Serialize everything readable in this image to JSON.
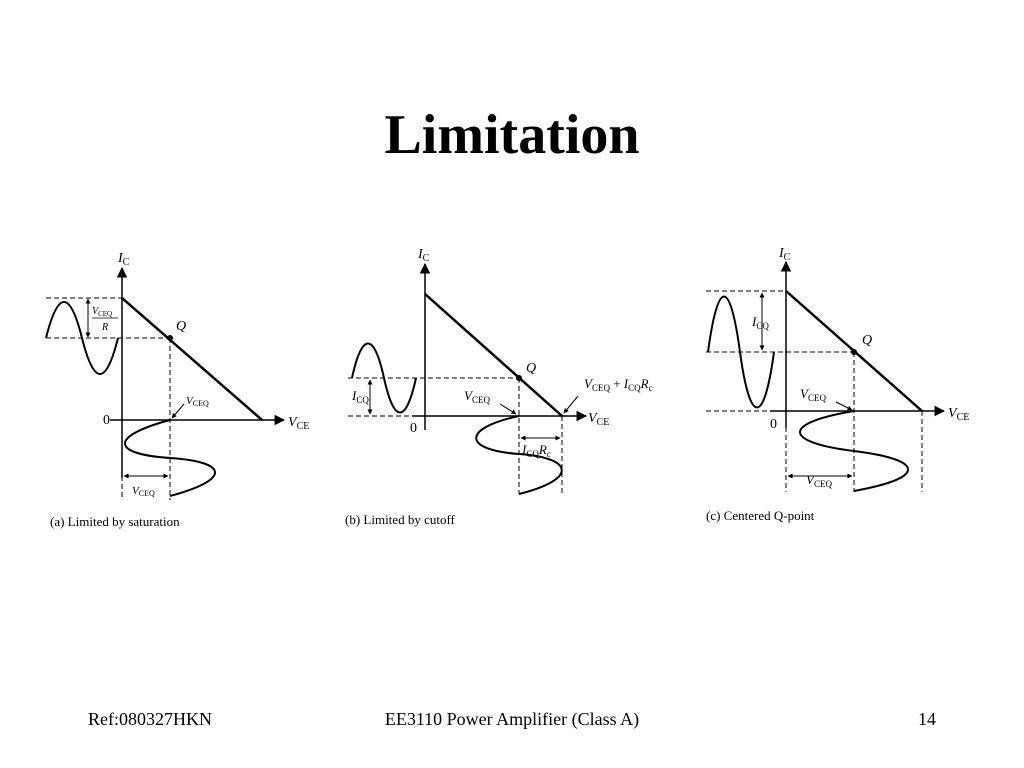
{
  "title": "Limitation",
  "footer": {
    "left": "Ref:080327HKN",
    "center": "EE3110 Power Amplifier (Class A)",
    "page_number": "14"
  },
  "diagrams": {
    "a": {
      "y_axis_sym": "I",
      "y_axis_sub": "C",
      "x_axis_sym": "V",
      "x_axis_sub": "CE",
      "origin": "0",
      "q_label": "Q",
      "frac_num_sym": "V",
      "frac_num_sub": "CEQ",
      "frac_den": "R",
      "vceq_sym": "V",
      "vceq_sub": "CEQ",
      "vceq_bottom_sym": "V",
      "vceq_bottom_sub": "CEQ",
      "caption": "(a) Limited by saturation"
    },
    "b": {
      "y_axis_sym": "I",
      "y_axis_sub": "C",
      "x_axis_sym": "V",
      "x_axis_sub": "CE",
      "origin": "0",
      "q_label": "Q",
      "icq_sym": "I",
      "icq_sub": "CQ",
      "vceq_sym": "V",
      "vceq_sub": "CEQ",
      "endpoint_v_sym": "V",
      "endpoint_v_sub": "CEQ",
      "endpoint_plus": " + ",
      "endpoint_i_sym": "I",
      "endpoint_i_sub": "CQ",
      "endpoint_r_sym": "R",
      "endpoint_r_sub": "c",
      "icqrc_i_sym": "I",
      "icqrc_i_sub": "CQ",
      "icqrc_r_sym": "R",
      "icqrc_r_sub": "c",
      "caption": "(b) Limited by cutoff"
    },
    "c": {
      "y_axis_sym": "I",
      "y_axis_sub": "C",
      "x_axis_sym": "V",
      "x_axis_sub": "CE",
      "origin": "0",
      "q_label": "Q",
      "icq_sym": "I",
      "icq_sub": "CQ",
      "vceq_sym": "V",
      "vceq_sub": "CEQ",
      "vceq_bottom_sym": "V",
      "vceq_bottom_sub": "CEQ",
      "caption": "(c) Centered Q-point"
    }
  }
}
